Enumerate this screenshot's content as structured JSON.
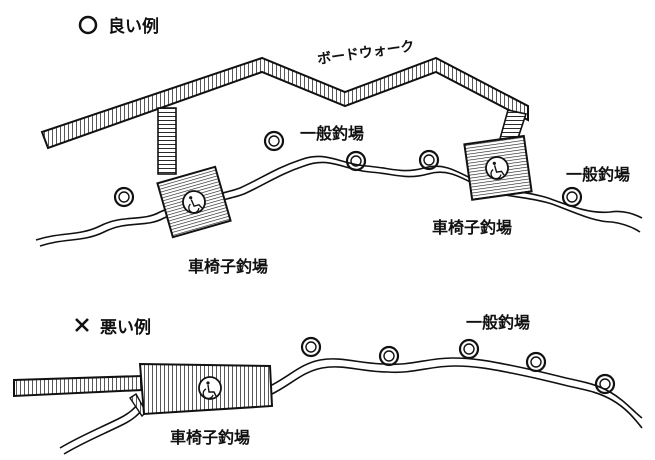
{
  "good_example": {
    "marker": "○",
    "heading": "良い例",
    "boardwalk_label": "ボードウォーク",
    "general_fishing_left": "一般釣場",
    "general_fishing_right": "一般釣場",
    "wheelchair_left": "車椅子釣場",
    "wheelchair_right": "車椅子釣場"
  },
  "bad_example": {
    "marker": "×",
    "heading": "悪い例",
    "general_fishing": "一般釣場",
    "wheelchair": "車椅子釣場"
  },
  "icons": {
    "good_marker": "circle-marker-icon",
    "bad_marker": "cross-marker-icon",
    "wheelchair": "wheelchair-symbol-icon",
    "angler": "angler-circle-icon"
  },
  "colors": {
    "ink": "#111111",
    "paper": "#ffffff"
  }
}
